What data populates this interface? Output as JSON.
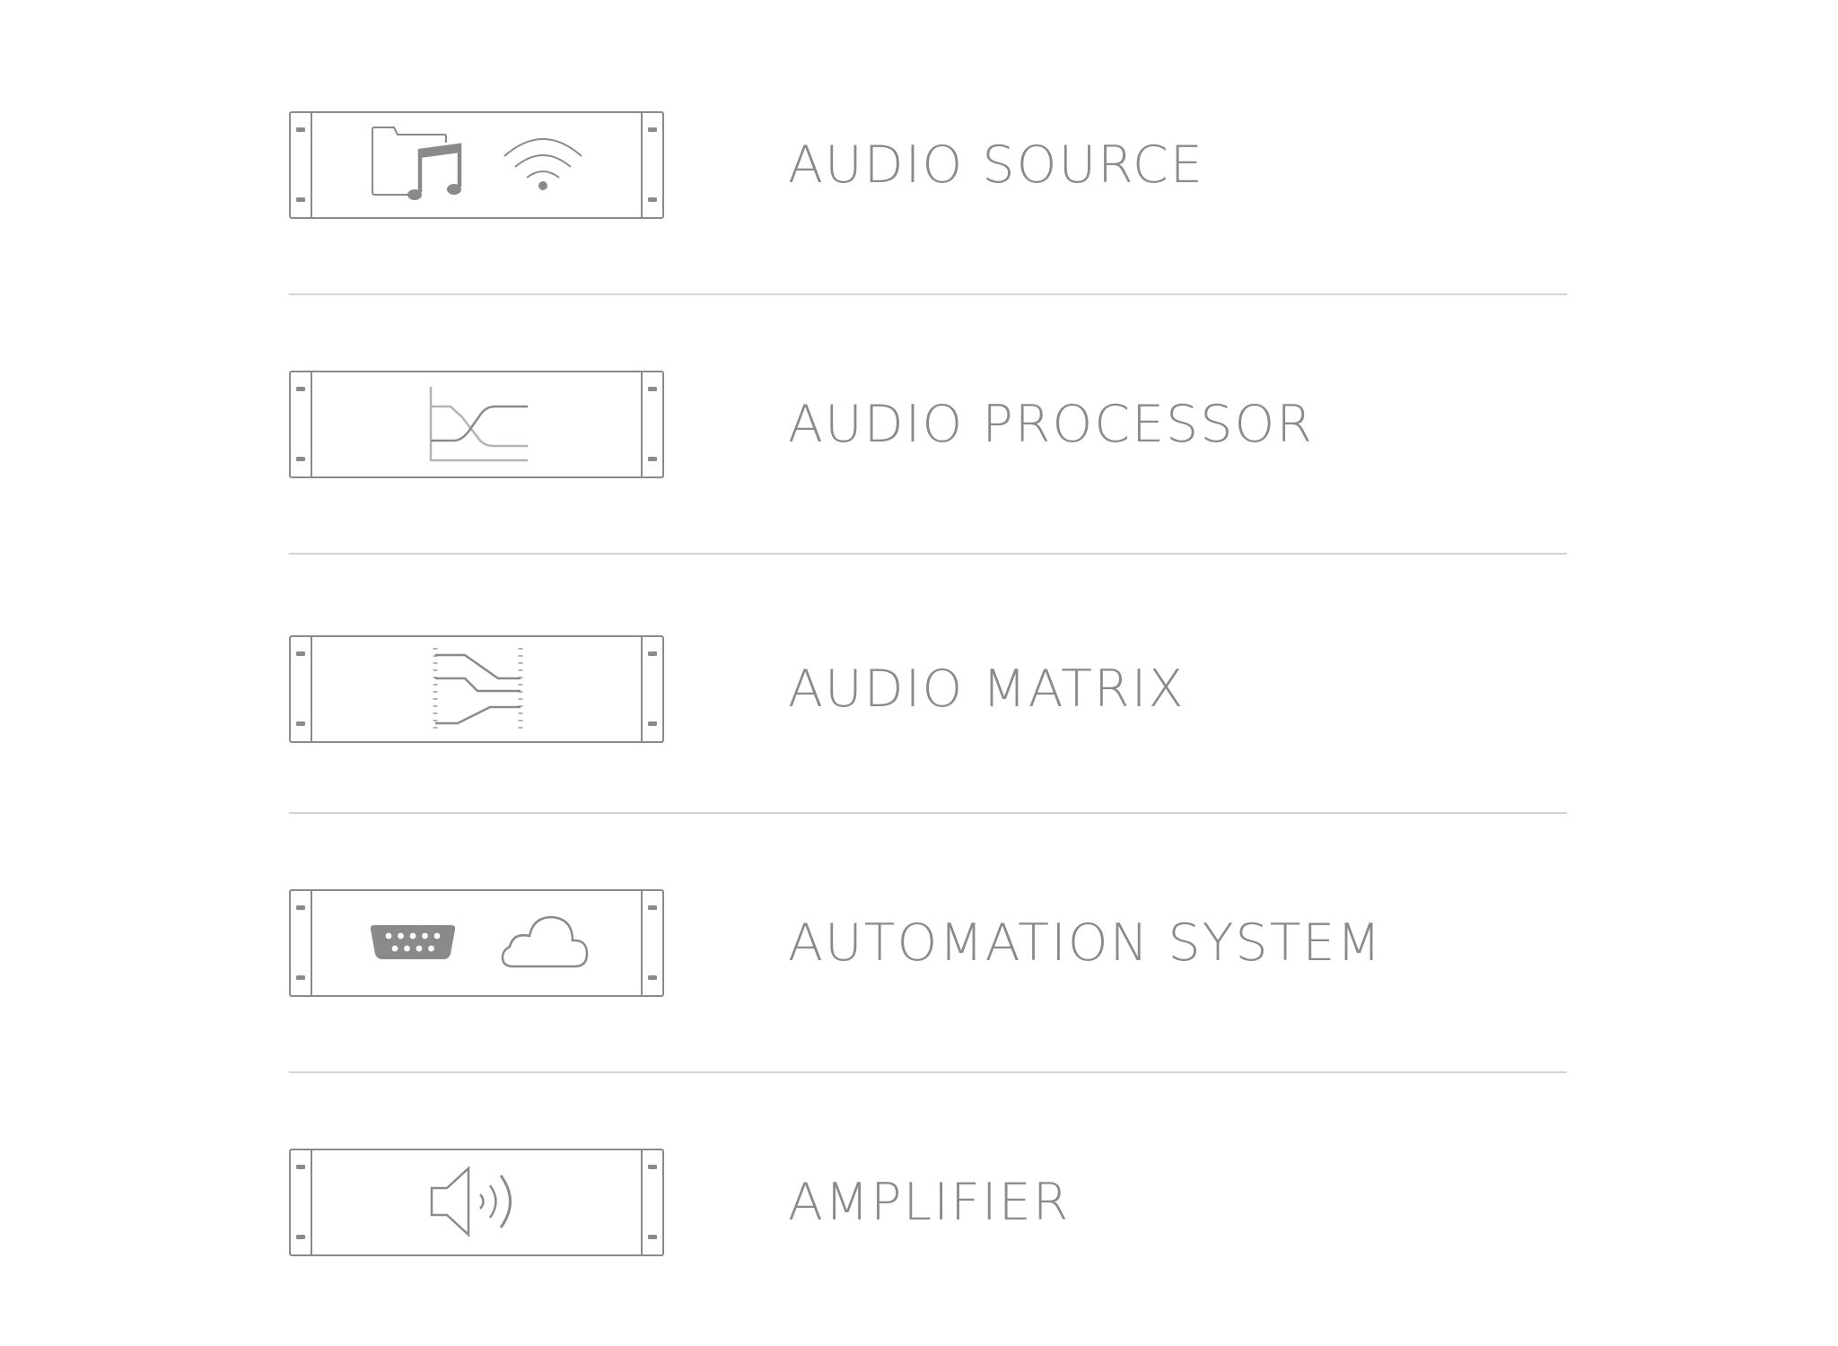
{
  "colors": {
    "stroke": "#8a8a8a",
    "stroke_light": "#b4b4b4",
    "divider": "#d4d4d4",
    "background": "#ffffff"
  },
  "rows": [
    {
      "label": "AUDIO SOURCE",
      "icons": [
        "music-folder-icon",
        "wifi-icon"
      ]
    },
    {
      "label": "AUDIO PROCESSOR",
      "icons": [
        "crossover-curve-icon"
      ]
    },
    {
      "label": "AUDIO MATRIX",
      "icons": [
        "matrix-routing-icon"
      ]
    },
    {
      "label": "AUTOMATION SYSTEM",
      "icons": [
        "serial-port-icon",
        "cloud-icon"
      ]
    },
    {
      "label": "AMPLIFIER",
      "icons": [
        "speaker-icon"
      ]
    }
  ]
}
